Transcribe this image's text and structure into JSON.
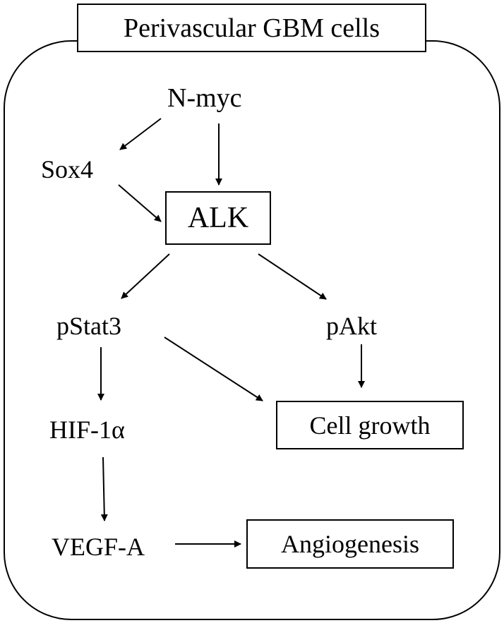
{
  "diagram": {
    "title": "Perivascular GBM cells",
    "nodes": {
      "n_myc": "N-myc",
      "sox4": "Sox4",
      "alk": "ALK",
      "pstat3": "pStat3",
      "pakt": "pAkt",
      "hif1a": "HIF-1α",
      "cell_growth": "Cell growth",
      "vegfa": "VEGF-A",
      "angiogenesis": "Angiogenesis"
    },
    "edges": [
      {
        "from": "N-myc",
        "to": "Sox4"
      },
      {
        "from": "N-myc",
        "to": "ALK"
      },
      {
        "from": "Sox4",
        "to": "ALK"
      },
      {
        "from": "ALK",
        "to": "pStat3"
      },
      {
        "from": "ALK",
        "to": "pAkt"
      },
      {
        "from": "pStat3",
        "to": "HIF-1α"
      },
      {
        "from": "pStat3",
        "to": "Cell growth"
      },
      {
        "from": "pAkt",
        "to": "Cell growth"
      },
      {
        "from": "HIF-1α",
        "to": "VEGF-A"
      },
      {
        "from": "VEGF-A",
        "to": "Angiogenesis"
      }
    ],
    "colors": {
      "line": "#000000",
      "background": "#ffffff"
    }
  }
}
